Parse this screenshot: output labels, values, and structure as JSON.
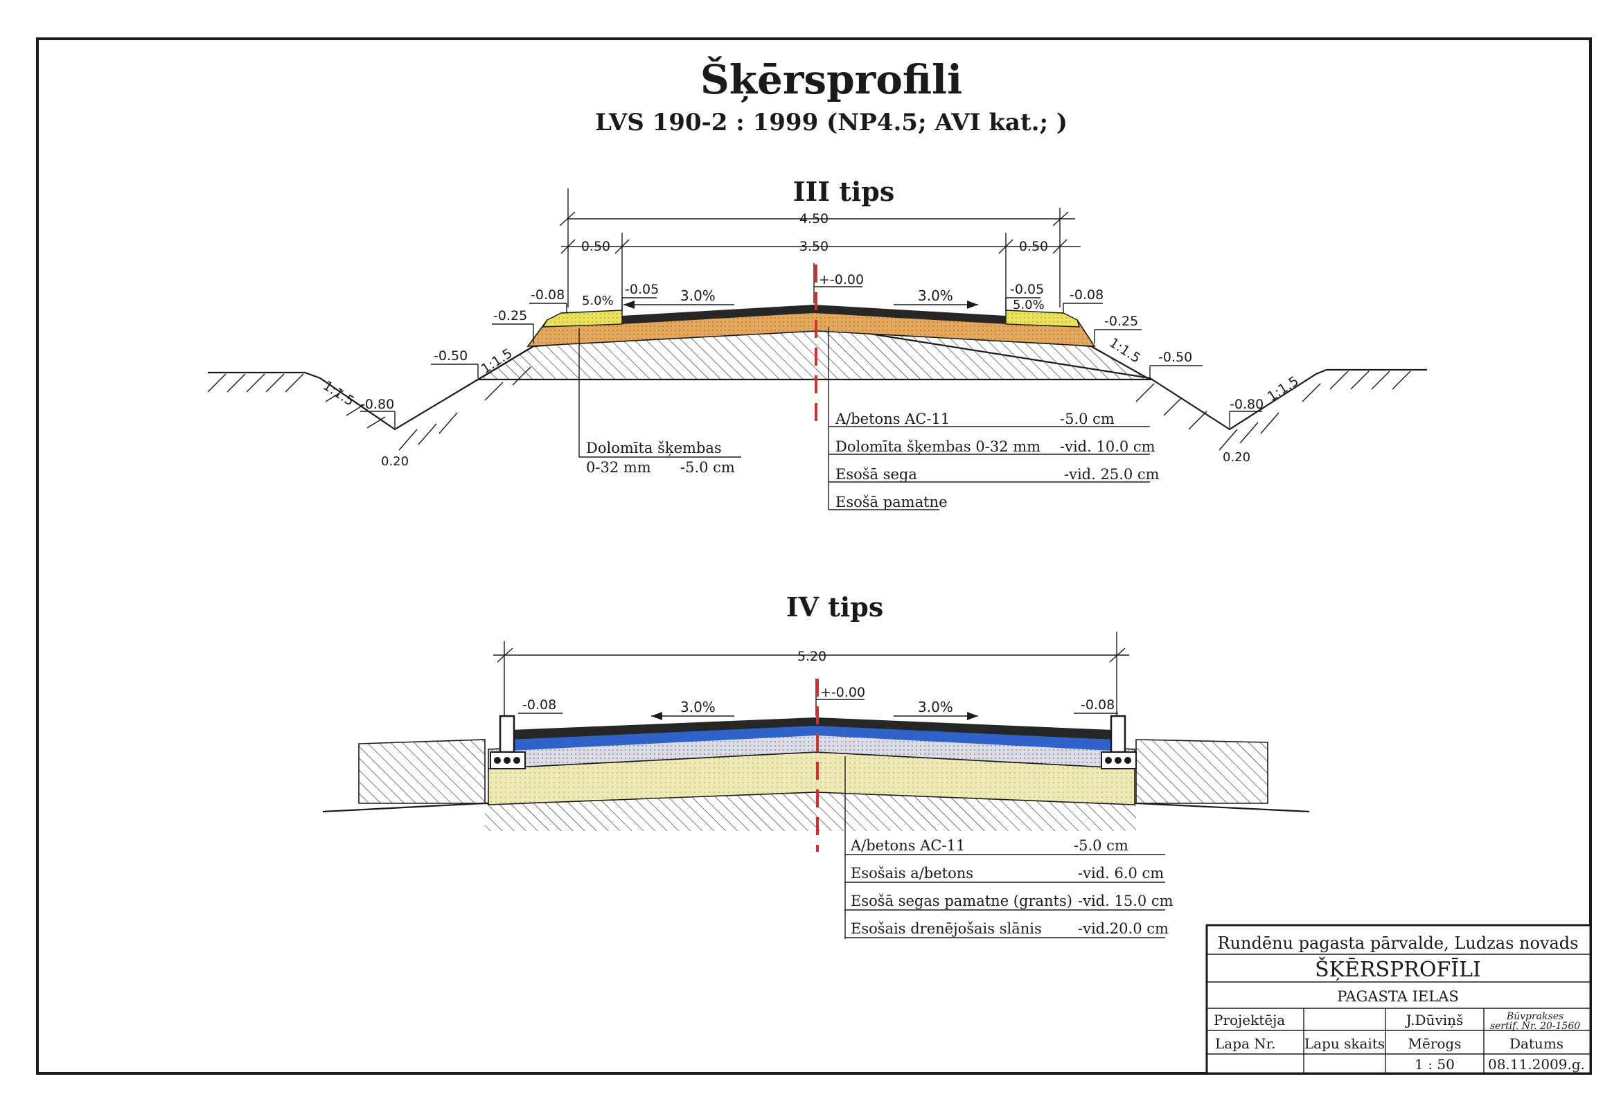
{
  "title": "Šķērsprofili",
  "subtitle": "LVS 190-2 : 1999  (NP4.5; AVI kat.; )",
  "colors": {
    "line": "#1a1a1a",
    "asphalt": "#262626",
    "dolomite": "#e3a85c",
    "shoulder": "#e9e25a",
    "blue_layer": "#2f63c9",
    "light_gray": "#dcdde6",
    "sand": "#efe9b4",
    "axis": "#d03030"
  },
  "type3": {
    "heading": "III tips",
    "dim_total": "4.50",
    "dim_carriage": "3.50",
    "dim_shoulder_left": "0.50",
    "dim_shoulder_right": "0.50",
    "center_level": "+-0.00",
    "slope_left": "3.0%",
    "slope_right": "3.0%",
    "shoulder_slope_left": "5.0%",
    "shoulder_slope_right": "5.0%",
    "lvl_edge_left": "-0.05",
    "lvl_edge_right": "-0.05",
    "lvl_shoulder_left": "-0.08",
    "lvl_shoulder_right": "-0.08",
    "lvl_toe_left": "-0.25",
    "lvl_toe_right": "-0.25",
    "lvl_base_left": "-0.50",
    "lvl_base_right": "-0.50",
    "ditch_left": "-0.80",
    "ditch_right": "-0.80",
    "ditch_width_left": "0.20",
    "ditch_width_right": "0.20",
    "ratio": "1:1.5",
    "dolomite_note_line1": "Dolomīta šķembas",
    "dolomite_note_line2": "0-32 mm",
    "dolomite_note_value": "-5.0  cm",
    "layers": [
      {
        "name": "A/betons AC-11",
        "value": "-5.0 cm"
      },
      {
        "name": "Dolomīta šķembas 0-32 mm",
        "value": "-vid. 10.0 cm"
      },
      {
        "name": "Esošā sega",
        "value": "-vid. 25.0 cm"
      },
      {
        "name": "Esošā pamatne",
        "value": ""
      }
    ]
  },
  "type4": {
    "heading": "IV tips",
    "dim_total": "5.20",
    "center_level": "+-0.00",
    "slope_left": "3.0%",
    "slope_right": "3.0%",
    "lvl_left": "-0.08",
    "lvl_right": "-0.08",
    "layers": [
      {
        "name": "A/betons AC-11",
        "value": "-5.0 cm"
      },
      {
        "name": "Esošais a/betons",
        "value": "-vid. 6.0 cm"
      },
      {
        "name": "Esošā segas pamatne (grants)",
        "value": "-vid. 15.0 cm"
      },
      {
        "name": "Esošais drenējošais slānis",
        "value": "-vid.20.0 cm"
      }
    ]
  },
  "title_block": {
    "organization": "Rundēnu pagasta pārvalde, Ludzas novads",
    "drawing_title": "ŠĶĒRSPROFĪLI",
    "object": "PAGASTA IELAS",
    "designer_label": "Projektēja",
    "designer_name": "J.Dūviņš",
    "cert_line1": "Būvprakses",
    "cert_line2": "sertif. Nr. 20-1560",
    "sheet_label": "Lapa Nr.",
    "sheets_label": "Lapu skaits",
    "scale_label": "Mērogs",
    "date_label": "Datums",
    "scale_value": "1 : 50",
    "date_value": "08.11.2009.g."
  }
}
